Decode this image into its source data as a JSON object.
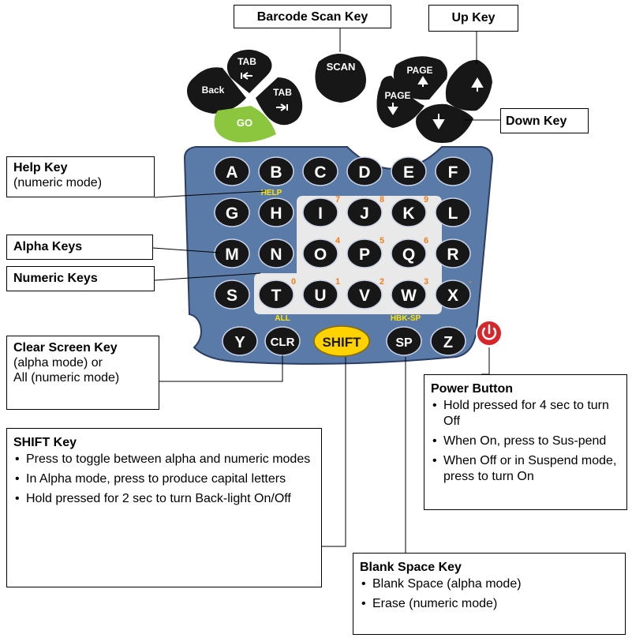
{
  "colors": {
    "pad_fill": "#5a7aa8",
    "pad_stroke": "#2c3e62",
    "key_fill": "#171717",
    "go_fill": "#8cc63f",
    "shift_fill": "#ffd200",
    "power_fill": "#d7262a",
    "mode_label": "#ffe600",
    "digit_label": "#f08020",
    "numeric_panel": "#e9e9e9"
  },
  "nav_keys": {
    "tab_back": "TAB",
    "back": "Back",
    "tab_fwd": "TAB",
    "go": "GO",
    "scan": "SCAN",
    "page_up": "PAGE",
    "page_down": "PAGE"
  },
  "pad": {
    "help_label": "HELP",
    "all_label": "ALL",
    "hbk_sp_label": "HBK-SP",
    "rows": [
      [
        "A",
        "B",
        "C",
        "D",
        "E",
        "F"
      ],
      [
        "G",
        "H",
        "I",
        "J",
        "K",
        "L"
      ],
      [
        "M",
        "N",
        "O",
        "P",
        "Q",
        "R"
      ],
      [
        "S",
        "T",
        "U",
        "V",
        "W",
        "X"
      ]
    ],
    "digits": {
      "I": "7",
      "J": "8",
      "K": "9",
      "O": "4",
      "P": "5",
      "Q": "6",
      "T": "0",
      "U": "1",
      "V": "2",
      "W": "3",
      "X": "-"
    },
    "bottom_row": {
      "y": "Y",
      "clr": "CLR",
      "shift": "SHIFT",
      "sp": "SP",
      "z": "Z"
    }
  },
  "callouts": {
    "barcode": {
      "title": "Barcode Scan Key"
    },
    "up": {
      "title": "Up Key"
    },
    "down": {
      "title": "Down Key"
    },
    "help": {
      "title": "Help Key",
      "subtitle": "(numeric mode)"
    },
    "alpha": {
      "title": "Alpha Keys"
    },
    "numeric": {
      "title": "Numeric Keys"
    },
    "clear": {
      "title": "Clear Screen Key",
      "line1": "(alpha mode) or",
      "line2": "All (numeric mode)"
    },
    "shift": {
      "title": "SHIFT Key",
      "bullets": [
        "Press to toggle between alpha and numeric modes",
        "In Alpha mode, press to produce capital letters",
        "Hold pressed for 2 sec to turn Back-light On/Off"
      ]
    },
    "power": {
      "title": "Power Button",
      "bullets": [
        "Hold pressed for 4 sec to turn Off",
        "When On, press to  Sus-pend",
        "When Off or in Suspend mode, press to turn On"
      ]
    },
    "blank": {
      "title": "Blank Space Key",
      "bullets": [
        "Blank Space (alpha mode)",
        "Erase (numeric mode)"
      ]
    }
  }
}
